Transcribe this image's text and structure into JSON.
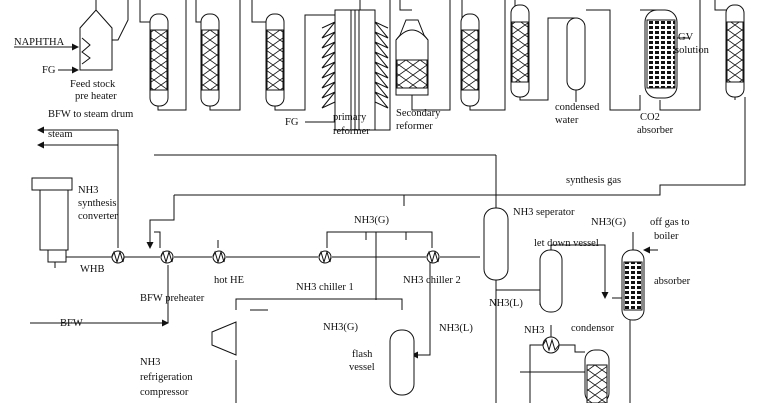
{
  "labels": {
    "naphtha": "NAPHTHA",
    "fg1": "FG",
    "feed_preheater_1": "Feed stock",
    "feed_preheater_2": "pre heater",
    "fg2": "FG",
    "primary_reformer_1": "primary",
    "primary_reformer_2": "reformer",
    "secondary_reformer_1": "Secondary",
    "secondary_reformer_2": "reformer",
    "condensed_water_1": "condensed",
    "condensed_water_2": "water",
    "co2_absorber_1": "CO2",
    "co2_absorber_2": "absorber",
    "gv_solution_1": "GV",
    "gv_solution_2": "solution",
    "bfw_to_steam_drum": "BFW to steam drum",
    "steam": "steam",
    "nh3_synthesis_converter_1": "NH3",
    "nh3_synthesis_converter_2": "synthesis",
    "nh3_synthesis_converter_3": "converter",
    "synthesis_gas": "synthesis gas",
    "nh3_separator": "NH3 seperator",
    "nh3g_top": "NH3(G)",
    "nh3g_right": "NH3(G)",
    "off_gas_1": "off gas to",
    "off_gas_2": "boiler",
    "let_down_vessel": "let down vessel",
    "whb": "WHB",
    "hot_he": "hot HE",
    "nh3_chiller_1": "NH3 chiller 1",
    "nh3_chiller_2": "NH3 chiller 2",
    "absorber": "absorber",
    "bfw_preheater": "BFW preheater",
    "nh3l_mid": "NH3(L)",
    "bfw": "BFW",
    "nh3g_mid": "NH3(G)",
    "nh3l_right": "NH3(L)",
    "nh3_bottom": "NH3",
    "condensor": "condensor",
    "flash_vessel_1": "flash",
    "flash_vessel_2": "vessel",
    "compressor_1": "NH3",
    "compressor_2": "refrigeration",
    "compressor_3": "compressor"
  }
}
